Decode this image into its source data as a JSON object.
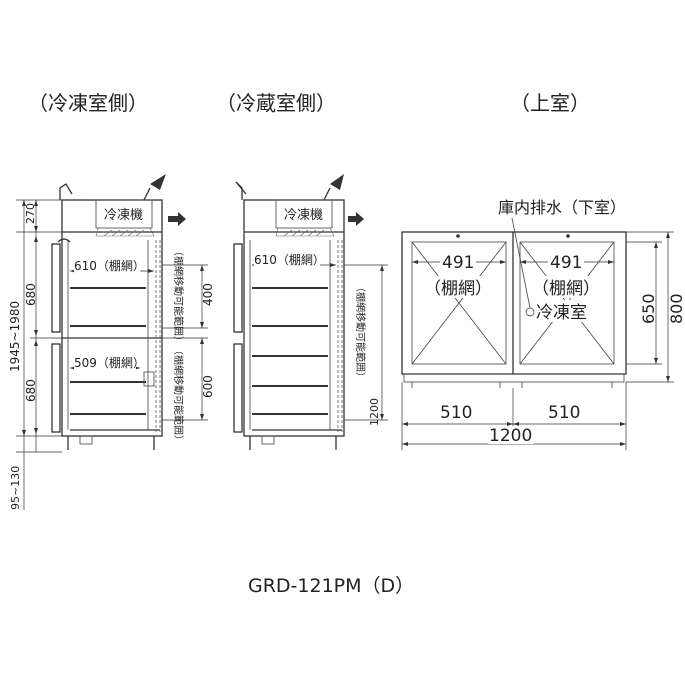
{
  "headings": {
    "freezer_side": "（冷凍室側）",
    "fridge_side": "（冷蔵室側）",
    "top_view": "（上室）"
  },
  "labels": {
    "compressor_left": "冷凍機",
    "compressor_right": "冷凍機",
    "shelf_610_left": "610（棚網）",
    "shelf_610_right": "610（棚網）",
    "shelf_509": "509（棚網）",
    "shelf_range_upper": "（棚網移動可能範囲）",
    "shelf_range_lower": "（棚網移動可能範囲）",
    "shelf_range_right": "（棚網移動可能範囲）",
    "drain": "庫内排水（下室）",
    "top_491_left": "491",
    "top_shelf_left": "（棚網）",
    "top_491_right": "491",
    "top_shelf_right": "（棚網）",
    "freezer_room": "冷凍室"
  },
  "dimensions": {
    "d270": "270",
    "d680_upper": "680",
    "d680_lower": "680",
    "d1945": "1945~1980",
    "d95": "95~130",
    "d400": "400",
    "d600": "600",
    "d1200_side": "1200",
    "d650": "650",
    "d800": "800",
    "d510_left": "510",
    "d510_right": "510",
    "d1200_width": "1200"
  },
  "model": "GRD-121PM（D）"
}
